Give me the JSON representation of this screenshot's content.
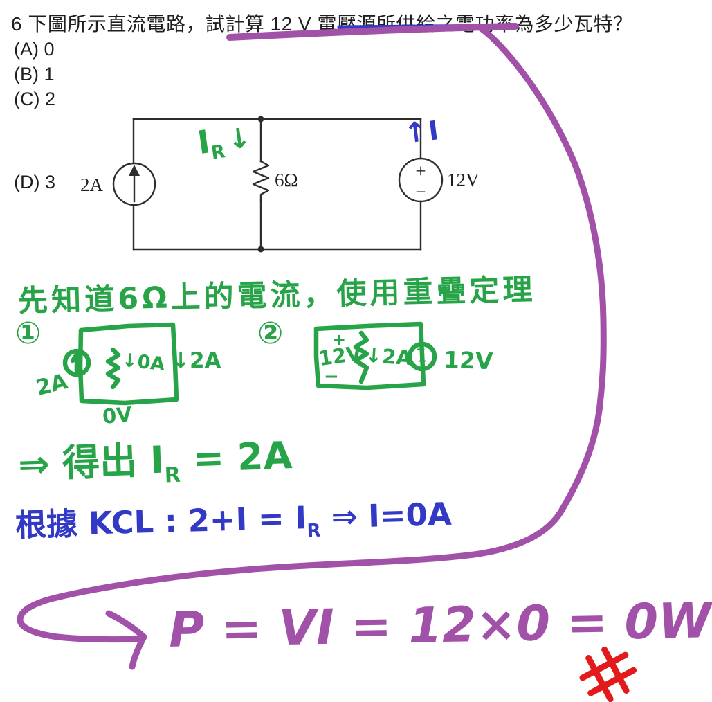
{
  "colors": {
    "ink_green": "#27a348",
    "ink_blue": "#3239c4",
    "ink_purple": "#a152a8",
    "ink_red": "#e31a1c",
    "print_black": "#1e1e1e"
  },
  "question": {
    "text": "6 下圖所示直流電路，試計算 12 V 電壓源所供給之電功率為多少瓦特？"
  },
  "options": {
    "a": "(A) 0",
    "b": "(B) 1",
    "c": "(C) 2",
    "d": "(D) 3"
  },
  "circuit": {
    "current_source": "2A",
    "resistor": "6Ω",
    "voltage_source": "12V",
    "plus": "+",
    "minus": "−"
  },
  "handwriting": {
    "resistor_current": {
      "base": "I",
      "sub": "R",
      "arrow": "↓"
    },
    "source_current": {
      "arrow": "↑",
      "base": "I"
    },
    "step1": "先知道6Ω上的電流，使用重疊定理",
    "sketch1": {
      "label": "①",
      "source": "2A",
      "branch_current": "↓0A",
      "right_current": "↓2A",
      "voltage": "0V"
    },
    "sketch2": {
      "label": "②",
      "plus": "+",
      "resistor_voltage": "12V",
      "minus": "−",
      "branch_current": "↓2A",
      "source_plus": "+",
      "source_minus": "−",
      "source": "12V"
    },
    "step2": {
      "prefix": "⇒ 得出 I",
      "sub": "R",
      "suffix": " = 2A"
    },
    "step3": {
      "prefix": "根據 KCL : 2+I = I",
      "sub": "R",
      "suffix": " ⇒ I=0A"
    },
    "final": "P = VI = 12×0 = 0W"
  },
  "icons": {
    "red_emphasis": "crosshatch-mark",
    "purple_stroke": "freehand-arrow-loop",
    "blue_underline": "straight-underline"
  }
}
